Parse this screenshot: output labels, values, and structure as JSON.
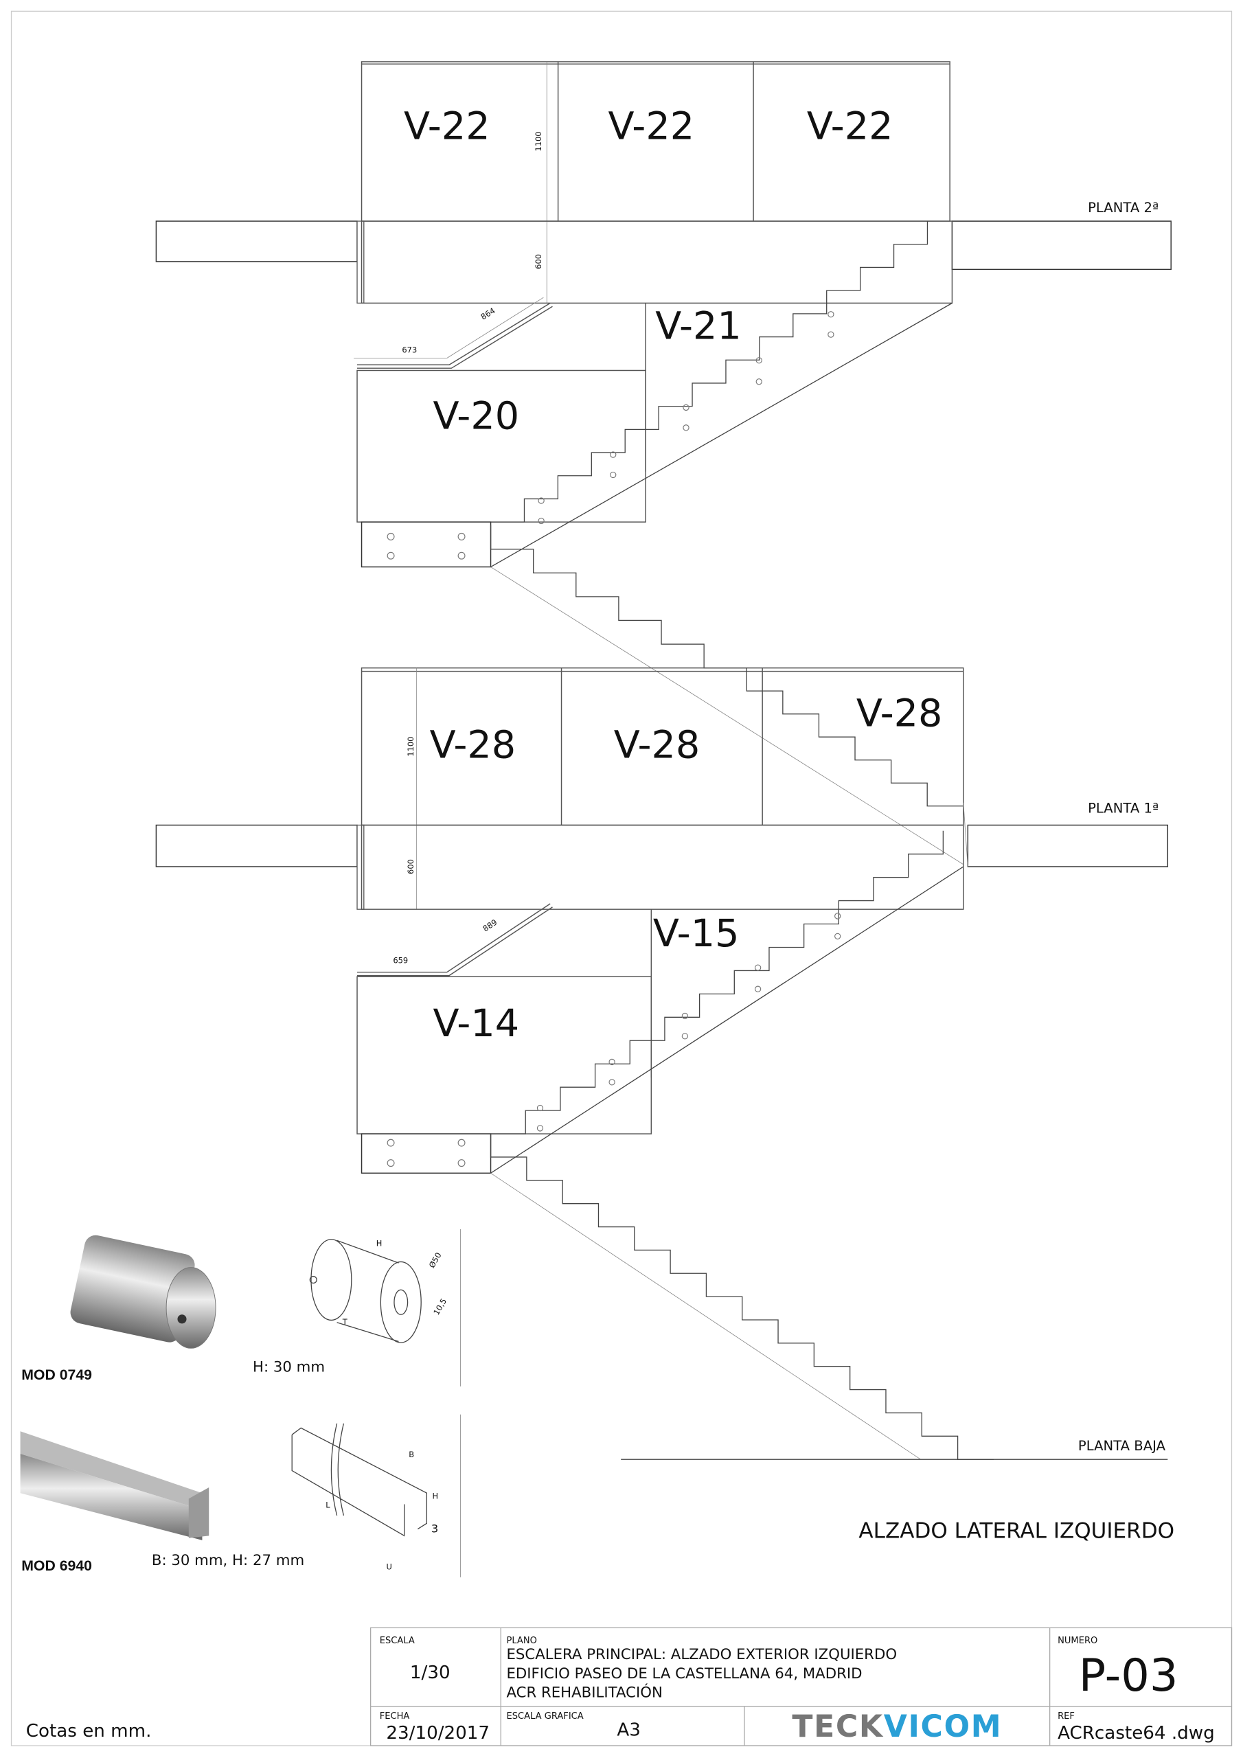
{
  "panels": {
    "top": [
      "V-22",
      "V-22",
      "V-22"
    ],
    "v21": "V-21",
    "v20": "V-20",
    "middle": [
      "V-28",
      "V-28",
      "V-28"
    ],
    "v15": "V-15",
    "v14": "V-14"
  },
  "dimensions": {
    "top_1100": "1100",
    "top_600": "600",
    "top_864": "864",
    "top_673": "673",
    "mid_1100": "1100",
    "mid_600": "600",
    "mid_889": "889",
    "mid_659": "659"
  },
  "levels": {
    "planta_2": "PLANTA 2ª",
    "planta_1": "PLANTA 1ª",
    "planta_baja": "PLANTA BAJA"
  },
  "view_title": "ALZADO LATERAL IZQUIERDO",
  "products": [
    {
      "model": "MOD 0749",
      "spec": "H: 30 mm",
      "drawing_labels": [
        "H",
        "Ø50",
        "10,5",
        "T"
      ]
    },
    {
      "model": "MOD 6940",
      "spec": "B: 30 mm, H: 27 mm",
      "drawing_labels": [
        "B",
        "H",
        "3",
        "L",
        "U"
      ]
    }
  ],
  "note": "Cotas en mm.",
  "title_block": {
    "escala_label": "ESCALA",
    "escala": "1/30",
    "plano_label": "PLANO",
    "plano_lines": [
      "ESCALERA PRINCIPAL: ALZADO EXTERIOR IZQUIERDO",
      "EDIFICIO PASEO DE LA CASTELLANA 64, MADRID",
      "ACR REHABILITACIÓN"
    ],
    "numero_label": "NUMERO",
    "numero": "P-03",
    "fecha_label": "FECHA",
    "fecha": "23/10/2017",
    "escala_grafica_label": "ESCALA GRAFICA",
    "escala_grafica": "A3",
    "logo_part1": "TECK",
    "logo_part2": "VICOM",
    "ref_label": "REF",
    "ref": "ACRcaste64 .dwg"
  },
  "colors": {
    "logo_grey": "#777777",
    "logo_blue": "#2a9fd6"
  }
}
